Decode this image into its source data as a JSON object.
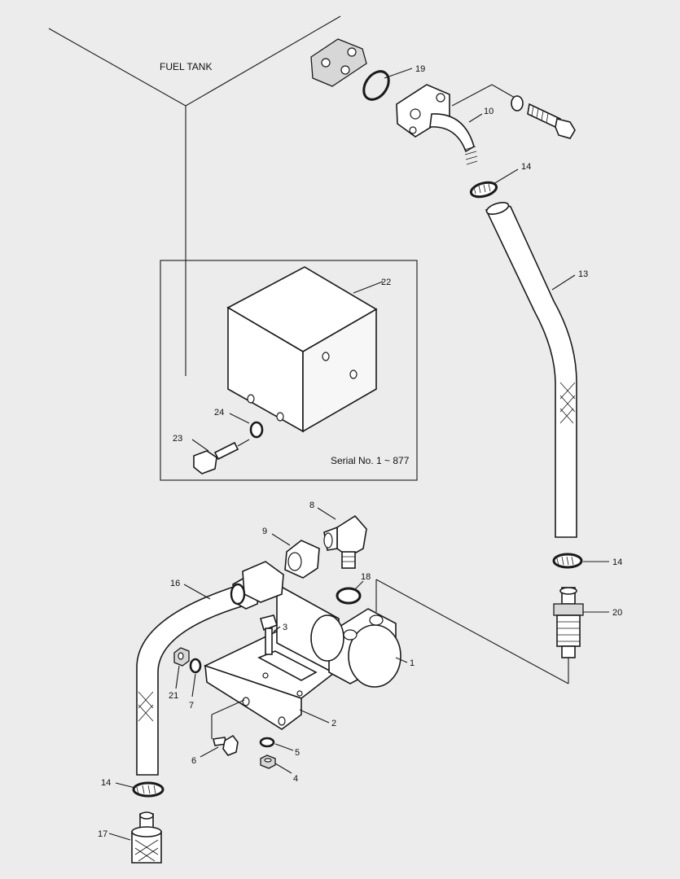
{
  "diagram": {
    "tank_label": "FUEL TANK",
    "inset_caption": "Serial No. 1 ~ 877",
    "callouts": {
      "c1": "1",
      "c2": "2",
      "c3": "3",
      "c4": "4",
      "c5": "5",
      "c6": "6",
      "c7": "7",
      "c8": "8",
      "c9": "9",
      "c10": "10",
      "c13": "13",
      "c14a": "14",
      "c14b": "14",
      "c14c": "14",
      "c16": "16",
      "c17": "17",
      "c18": "18",
      "c19": "19",
      "c20": "20",
      "c21": "21",
      "c22": "22",
      "c23": "23",
      "c24": "24"
    }
  }
}
